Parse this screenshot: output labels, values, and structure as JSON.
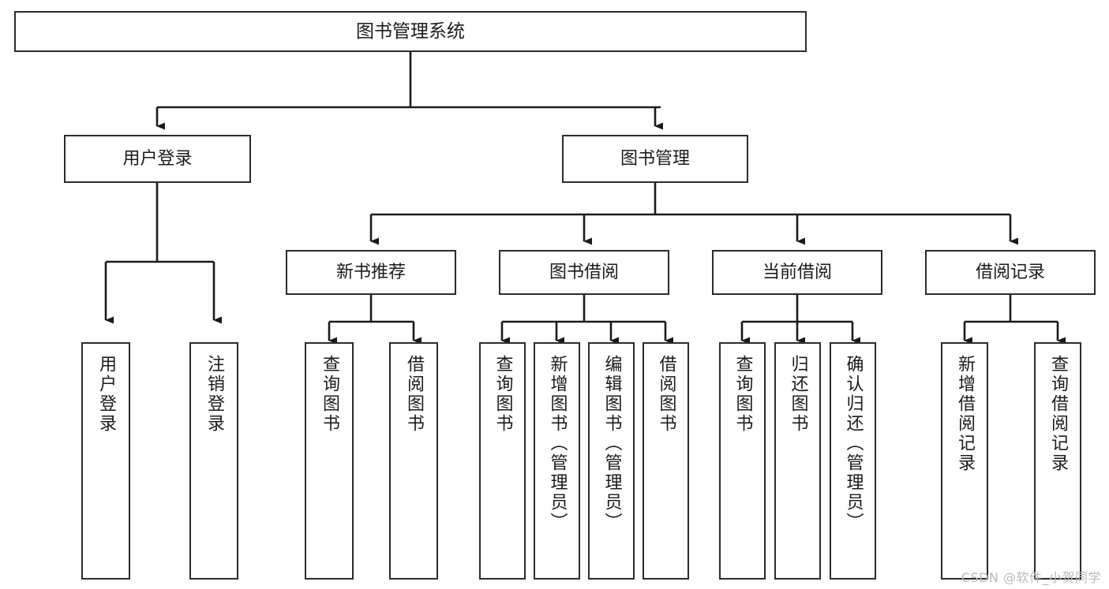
{
  "diagram": {
    "title": "图书管理系统",
    "type": "tree",
    "watermark": "CSDN @软件_小贺同学",
    "colors": {
      "box_border": "#2b2b2b",
      "box_fill": "#ffffff",
      "edge": "#1a1a1a",
      "text": "#1b1b1b",
      "background": "#ffffff",
      "watermark": "#b9b9b9"
    },
    "nodes": {
      "root": {
        "label": "图书管理系统"
      },
      "level2": [
        {
          "label": "用户登录"
        },
        {
          "label": "图书管理"
        }
      ],
      "level3": [
        {
          "label": "新书推荐"
        },
        {
          "label": "图书借阅"
        },
        {
          "label": "当前借阅"
        },
        {
          "label": "借阅记录"
        }
      ],
      "leaves": {
        "user_login": [
          {
            "label": "用户登录"
          },
          {
            "label": "注销登录"
          }
        ],
        "new_book_recommend": [
          {
            "label": "查询图书"
          },
          {
            "label": "借阅图书"
          }
        ],
        "book_borrow": [
          {
            "label": "查询图书"
          },
          {
            "label": "新增图书（管理员）"
          },
          {
            "label": "编辑图书（管理员）"
          },
          {
            "label": "借阅图书"
          }
        ],
        "current_borrow": [
          {
            "label": "查询图书"
          },
          {
            "label": "归还图书"
          },
          {
            "label": "确认归还（管理员）"
          }
        ],
        "borrow_record": [
          {
            "label": "新增借阅记录"
          },
          {
            "label": "查询借阅记录"
          }
        ]
      }
    }
  }
}
